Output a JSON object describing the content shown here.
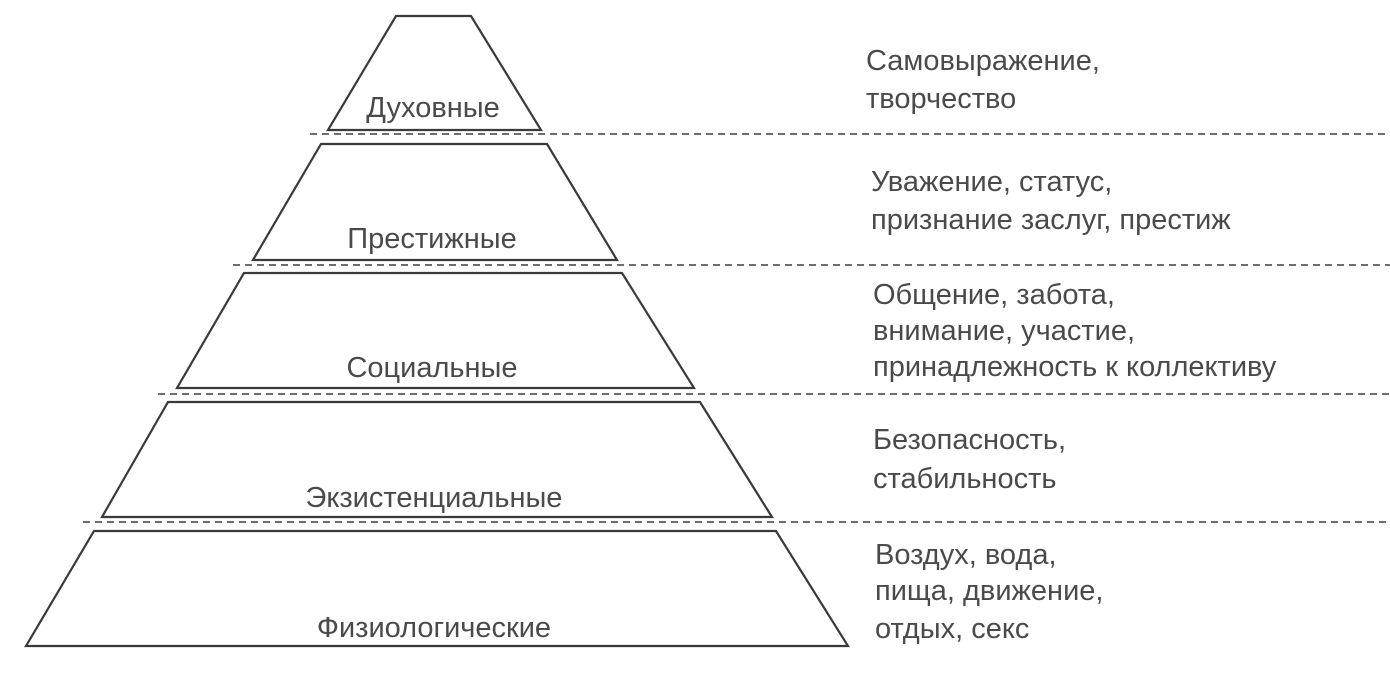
{
  "levels": [
    {
      "label": "Духовные",
      "description": [
        "Самовыражение,",
        "творчество"
      ]
    },
    {
      "label": "Престижные",
      "description": [
        "Уважение, статус,",
        "признание заслуг, престиж"
      ]
    },
    {
      "label": "Социальные",
      "description": [
        "Общение, забота,",
        "внимание, участие,",
        "принадлежность к коллективу"
      ]
    },
    {
      "label": "Экзистенциальные",
      "description": [
        "Безопасность,",
        "стабильность"
      ]
    },
    {
      "label": "Физиологические",
      "description": [
        "Воздух, вода,",
        "пища, движение,",
        "отдых, секс"
      ]
    }
  ]
}
